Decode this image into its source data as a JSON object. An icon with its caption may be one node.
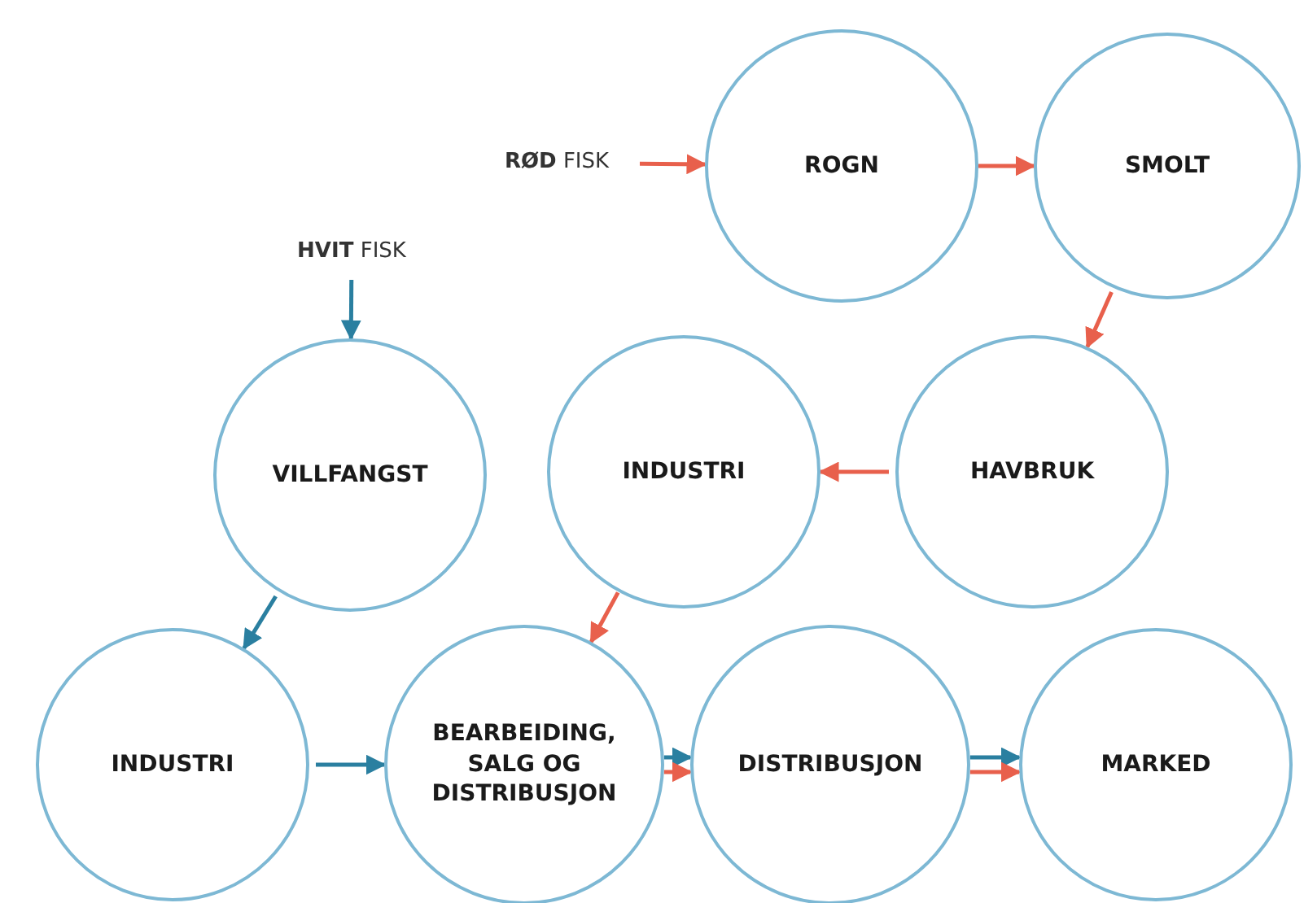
{
  "diagram": {
    "nodes": [
      {
        "text": [
          "**RØD** FISK"
        ]
      },
      {
        "text": [
          "ROGN"
        ]
      },
      {
        "text": [
          "SMOLT"
        ]
      },
      {
        "text": [
          "**HVIT** FISK"
        ]
      },
      {
        "text": [
          "VILLFANGST"
        ]
      },
      {
        "text": [
          "INDUSTRI"
        ]
      },
      {
        "text": [
          "HAVBRUK"
        ]
      },
      {
        "text": [
          "INDUSTRI"
        ]
      },
      {
        "text": [
          "BEARBEIDING, SALG OG DISTRIBUSJON"
        ]
      },
      {
        "text": [
          "DISTRIBUSJON"
        ]
      },
      {
        "text": [
          "MARKED"
        ]
      }
    ],
    "edges": [
      {
        "from": 0,
        "to": 1,
        "arrow": "to"
      },
      {
        "from": 1,
        "to": 2,
        "arrow": "to"
      },
      {
        "from": 2,
        "to": 6,
        "arrow": "to"
      },
      {
        "from": 6,
        "to": 5,
        "arrow": "to"
      },
      {
        "from": 5,
        "to": 8,
        "arrow": "to"
      },
      {
        "from": 3,
        "to": 4,
        "arrow": "to",
        "color": "#2a7fa0"
      },
      {
        "from": 4,
        "to": 7,
        "arrow": "to",
        "color": "#2a7fa0"
      },
      {
        "from": 7,
        "to": 8,
        "arrow": "to",
        "color": "#2a7fa0"
      },
      {
        "from": 8,
        "to": 9,
        "arrow": "to",
        "color": "#2a7fa0"
      },
      {
        "from": 8,
        "to": 9,
        "arrow": "to"
      },
      {
        "from": 9,
        "to": 10,
        "arrow": "to",
        "color": "#2a7fa0"
      },
      {
        "from": 9,
        "to": 10,
        "arrow": "to"
      }
    ]
  }
}
